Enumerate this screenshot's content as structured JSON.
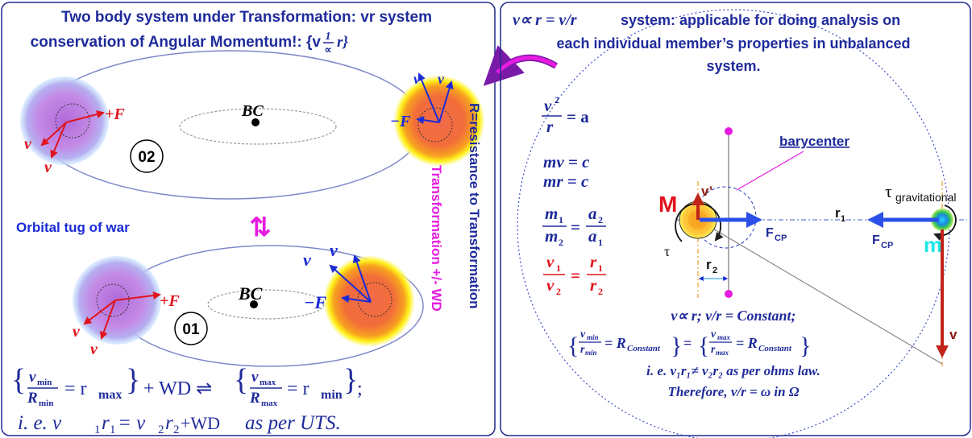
{
  "left": {
    "title_line1": "Two body system under Transformation: vr system",
    "title_line2": "conservation of Angular Momentum!: {v",
    "title_frac_num": "1",
    "title_frac_den": "∝",
    "title_tail": "r}",
    "top_ring": {
      "bc_label": "BC",
      "plus_force": "+F",
      "minus_force": "−F",
      "v_label": "v",
      "badge": "02"
    },
    "bottom_ring": {
      "bc_label": "BC",
      "plus_force": "+F",
      "minus_force": "−F",
      "v_label": "v",
      "badge": "01"
    },
    "tug_of_war": "Orbital tug of war",
    "equilibrium_symbol": "⇅",
    "vertical_magenta": "Transformation +/- WD",
    "vertical_blue": "R=resistance to Transformation",
    "eq1": {
      "left_num": "v",
      "left_num_sub": "min",
      "left_den": "R",
      "left_den_sub": "min",
      "left_rhs": "= r",
      "left_rhs_sub": "max",
      "plus_wd": "+ WD ⇌",
      "right_num": "v",
      "right_num_sub": "max",
      "right_den": "R",
      "right_den_sub": "max",
      "right_rhs": "= r",
      "right_rhs_sub": "min",
      "tail": ";"
    },
    "eq2": {
      "ie": "i. e. v",
      "s1": "1",
      "r1": "r",
      "s2": "1",
      "mid": " = v",
      "s3": "2",
      "r2": "r",
      "s4": "2",
      "wd": " +WD ",
      "uts": "as per UTS."
    }
  },
  "right": {
    "title_formula": "v∝ r  =  v/r",
    "title_line1_rest": " system: applicable for doing analysis on",
    "title_line2": "each individual member’s properties in unbalanced",
    "title_line3": "system.",
    "eqs": {
      "v2": "v",
      "v2_sup": "2",
      "r": "r",
      "eq_a": "= a",
      "mv": "mv = c",
      "mr": "mr = c",
      "m1": "m",
      "m1_sub": "1",
      "m2": "m",
      "m2_sub": "2",
      "a2": "a",
      "a2_sub": "2",
      "a1": "a",
      "a1_sub": "1",
      "v1": "v",
      "v1_sub": "1",
      "v2b": "v",
      "v2b_sub": "2",
      "r1": "r",
      "r1_sub": "1",
      "r2": "r",
      "r2_sub": "2",
      "eq": "="
    },
    "diagram": {
      "barycenter": "barycenter",
      "M": "M",
      "m": "m",
      "v_prime": "v’",
      "tau": "τ",
      "tau_grav": "τ",
      "tau_grav_sub": "gravitational",
      "fcp": "F",
      "fcp_sub": "CP",
      "r1": "r",
      "r1_sub": "1",
      "r2": "r",
      "r2_sub": "2",
      "v": "v"
    },
    "bottom": {
      "line1": "v∝ r;  v/r = Constant;",
      "l_num": "v",
      "l_num_sub": "min",
      "l_den": "r",
      "l_den_sub": "min",
      "l_rhs": "= R",
      "l_rhs_sub": "Constant",
      "equals": "=",
      "r_num": "v",
      "r_num_sub": "max",
      "r_den": "r",
      "r_den_sub": "max",
      "r_rhs": "= R",
      "r_rhs_sub": "Constant",
      "line3": "i. e. v₁r₁≠ v₂r₂ as per ohms law.",
      "line4": "Therefore, v/r = ω in Ω"
    }
  },
  "colors": {
    "navy": "#1f2b9b",
    "blue": "#1a2bd6",
    "red": "#e0141c",
    "magenta": "#e61ce0",
    "border": "#1f2a8a",
    "arrow_blue": "#2a50e8",
    "dark_red": "#c0241a"
  }
}
